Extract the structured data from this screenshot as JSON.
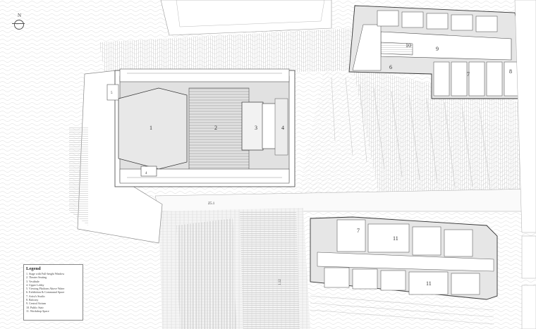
{
  "north_label": "N",
  "legend": {
    "title": "Legend",
    "items": [
      "1.  Stage with Full-height Window",
      "2.  Theater Seating",
      "3.  Vestibule",
      "4.  Upper Lobby",
      "5.  Viewing Platform Above Water",
      "6.  Exhibition & Communal Space",
      "7.  Artist's Studio",
      "8.  Balcony",
      "9.  Central Atrium",
      "10. Public Stair",
      "11. Workshop Space"
    ]
  },
  "labels": {
    "theater_stage": "1",
    "theater_seating": "2",
    "theater_vestibule": "3",
    "theater_lobby": "4",
    "viewing_platform": "5",
    "bottom_left_room": "4",
    "studio_building_exhibition": "6",
    "studio_building_atrium": "9",
    "studio_building_stair": "10",
    "studio_building_studio": "7",
    "studio_building_balcony": "8",
    "workshop_studio_left": "7",
    "workshop_top": "11",
    "workshop_bottom": "11",
    "level_mark_1": "Z5.1",
    "level_mark_2": "1.12"
  },
  "colors": {
    "line": "#6a6a6a",
    "wall": "#3a3a3a",
    "fill": "#d9d9d9",
    "hatch": "#b5b5b5"
  }
}
